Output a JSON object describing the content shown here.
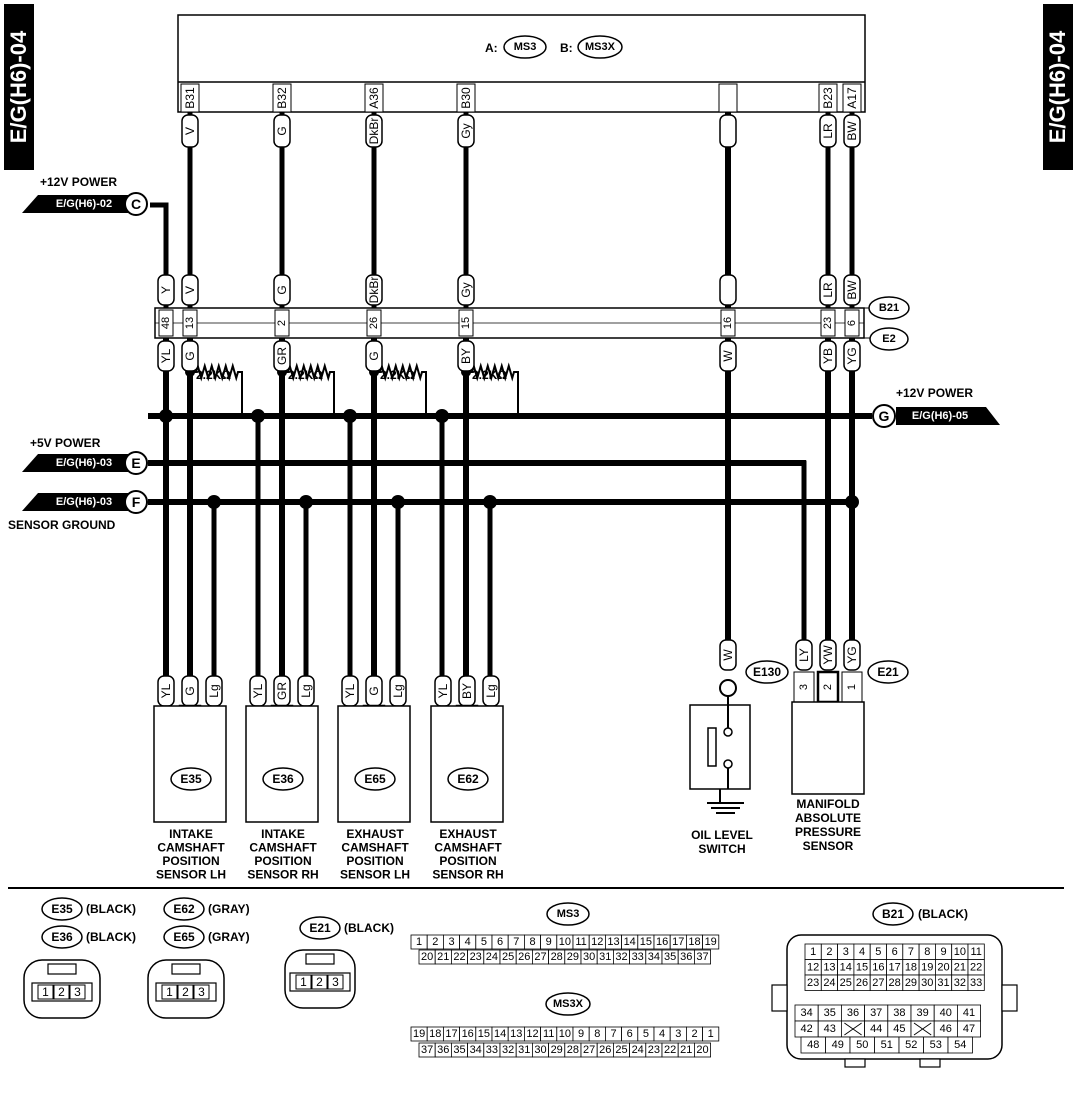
{
  "page": {
    "tab_left": "E/G(H6)-04",
    "tab_right": "E/G(H6)-04"
  },
  "ecm": {
    "prefix_a": "A:",
    "label_a": "MS3",
    "prefix_b": "B:",
    "label_b": "MS3X"
  },
  "ecm_pins": [
    {
      "pin": "B31",
      "color": "V"
    },
    {
      "pin": "B32",
      "color": "G"
    },
    {
      "pin": "A36",
      "color": "DkBr"
    },
    {
      "pin": "B30",
      "color": "Gy"
    },
    {
      "pin": "",
      "color": ""
    },
    {
      "pin": "B23",
      "color": "LR"
    },
    {
      "pin": "A17",
      "color": "BW"
    }
  ],
  "connector_b21": {
    "label_top": "B21",
    "label_bottom": "E2",
    "top_colors": [
      "Y",
      "V",
      "G",
      "DkBr",
      "Gy",
      "",
      "LR",
      "BW"
    ],
    "pins": [
      "48",
      "13",
      "2",
      "26",
      "15",
      "16",
      "23",
      "6"
    ],
    "bottom_colors": [
      "YL",
      "G",
      "GR",
      "G",
      "BY",
      "W",
      "YB",
      "YG"
    ]
  },
  "resistors": [
    "2.2KΩ",
    "2.2KΩ",
    "2.2KΩ",
    "2.2KΩ"
  ],
  "terminals": {
    "c": {
      "letter": "C",
      "ref": "E/G(H6)-02",
      "label": "+12V POWER"
    },
    "e": {
      "letter": "E",
      "ref": "E/G(H6)-03",
      "label": "+5V POWER"
    },
    "f": {
      "letter": "F",
      "ref": "E/G(H6)-03",
      "label": "SENSOR GROUND"
    },
    "g": {
      "letter": "G",
      "ref": "E/G(H6)-05",
      "label": "+12V POWER"
    }
  },
  "cam_sensors": [
    {
      "id": "E35",
      "colors": [
        "YL",
        "G",
        "Lg"
      ],
      "pins": [
        "1",
        "2",
        "3"
      ],
      "name": [
        "INTAKE",
        "CAMSHAFT",
        "POSITION",
        "SENSOR LH"
      ]
    },
    {
      "id": "E36",
      "colors": [
        "YL",
        "GR",
        "Lg"
      ],
      "pins": [
        "1",
        "2",
        "3"
      ],
      "name": [
        "INTAKE",
        "CAMSHAFT",
        "POSITION",
        "SENSOR RH"
      ]
    },
    {
      "id": "E65",
      "colors": [
        "YL",
        "G",
        "Lg"
      ],
      "pins": [
        "1",
        "2",
        "3"
      ],
      "name": [
        "EXHAUST",
        "CAMSHAFT",
        "POSITION",
        "SENSOR LH"
      ]
    },
    {
      "id": "E62",
      "colors": [
        "YL",
        "BY",
        "Lg"
      ],
      "pins": [
        "1",
        "2",
        "3"
      ],
      "name": [
        "EXHAUST",
        "CAMSHAFT",
        "POSITION",
        "SENSOR RH"
      ]
    }
  ],
  "oil_switch": {
    "id": "E130",
    "color": "W",
    "name": [
      "OIL LEVEL",
      "SWITCH"
    ]
  },
  "map_sensor": {
    "id": "E21",
    "colors": [
      "LY",
      "YW",
      "YG"
    ],
    "pins": [
      "3",
      "2",
      "1"
    ],
    "name": [
      "MANIFOLD",
      "ABSOLUTE",
      "PRESSURE",
      "SENSOR"
    ]
  },
  "legend": {
    "e35": {
      "id": "E35",
      "color": "(BLACK)"
    },
    "e36": {
      "id": "E36",
      "color": "(BLACK)"
    },
    "e62": {
      "id": "E62",
      "color": "(GRAY)"
    },
    "e65": {
      "id": "E65",
      "color": "(GRAY)"
    },
    "e21": {
      "id": "E21",
      "color": "(BLACK)"
    },
    "small_pins": [
      "1",
      "2",
      "3"
    ],
    "ms3": {
      "label": "MS3",
      "row1": [
        "1",
        "2",
        "3",
        "4",
        "5",
        "6",
        "7",
        "8",
        "9",
        "10",
        "11",
        "12",
        "13",
        "14",
        "15",
        "16",
        "17",
        "18",
        "19"
      ],
      "row2": [
        "20",
        "21",
        "22",
        "23",
        "24",
        "25",
        "26",
        "27",
        "28",
        "29",
        "30",
        "31",
        "32",
        "33",
        "34",
        "35",
        "36",
        "37"
      ]
    },
    "ms3x": {
      "label": "MS3X",
      "row1": [
        "19",
        "18",
        "17",
        "16",
        "15",
        "14",
        "13",
        "12",
        "11",
        "10",
        "9",
        "8",
        "7",
        "6",
        "5",
        "4",
        "3",
        "2",
        "1"
      ],
      "row2": [
        "37",
        "36",
        "35",
        "34",
        "33",
        "32",
        "31",
        "30",
        "29",
        "28",
        "27",
        "26",
        "25",
        "24",
        "23",
        "22",
        "21",
        "20"
      ]
    },
    "b21": {
      "id": "B21",
      "color": "(BLACK)",
      "rows": [
        [
          "1",
          "2",
          "3",
          "4",
          "5",
          "6",
          "7",
          "8",
          "9",
          "10",
          "11"
        ],
        [
          "12",
          "13",
          "14",
          "15",
          "16",
          "17",
          "18",
          "19",
          "20",
          "21",
          "22"
        ],
        [
          "23",
          "24",
          "25",
          "26",
          "27",
          "28",
          "29",
          "30",
          "31",
          "32",
          "33"
        ]
      ],
      "lower_rows": [
        [
          "34",
          "35",
          "36",
          "37",
          "38",
          "39",
          "40",
          "41"
        ],
        [
          "42",
          "43",
          "",
          "44",
          "45",
          "",
          "46",
          "47"
        ],
        [
          "48",
          "49",
          "50",
          "51",
          "52",
          "53",
          "54"
        ]
      ]
    }
  }
}
